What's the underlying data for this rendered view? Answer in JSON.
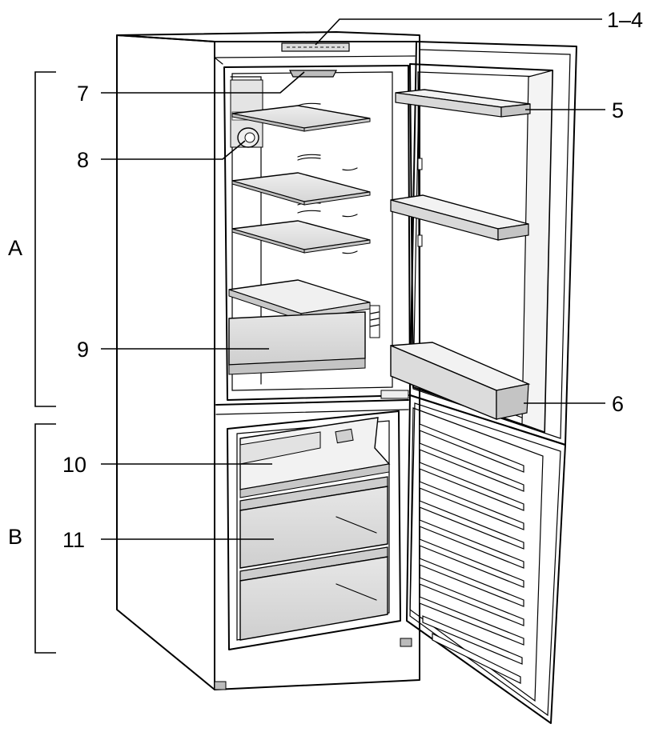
{
  "callouts": {
    "c1_4": "1–4",
    "c5": "5",
    "c6": "6",
    "c7": "7",
    "c8": "8",
    "c9": "9",
    "c10": "10",
    "c11": "11"
  },
  "sections": {
    "a": "A",
    "b": "B"
  }
}
